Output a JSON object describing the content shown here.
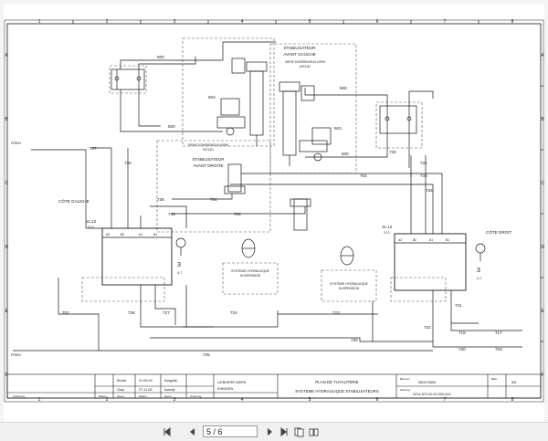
{
  "colors": {
    "line": "#1a1a1a",
    "dash": "#555555",
    "paper": "#ffffff"
  },
  "grid": {
    "cols": [
      "1",
      "2",
      "3",
      "4",
      "5",
      "6",
      "7",
      "8"
    ],
    "rows": [
      "A",
      "B",
      "C",
      "D",
      "E",
      "F"
    ]
  },
  "blocks": {
    "stab_left_title": [
      "STABILISATEUR",
      "AVANT DROITE"
    ],
    "stab_left_note": [
      "SIEHE SCHIEBEHOLM VORN",
      "5374-81"
    ],
    "stab_right_title": [
      "STABILISATEUR",
      "AVANT GAUCHE"
    ],
    "stab_right_note": [
      "SIEHE SCHIEBEHOLM VORN",
      "5374-82"
    ],
    "cote_gauche": "CÔTE GAUCHE",
    "cote_droit": "CÔTE DROIT",
    "susp_left": [
      "SYSTEME HYDRAULIQUE",
      "SUSPENSION"
    ],
    "susp_right": [
      "SYSTEME HYDRAULIQUE",
      "SUSPENSION"
    ],
    "valve_left_id": "11.12",
    "valve_left_sub": "Y2.0",
    "valve_right_id": "11.12",
    "valve_right_sub": "Y2.0",
    "sensor_left_num": "3",
    "sensor_left_sub": "4-7",
    "sensor_right_num": "3",
    "sensor_right_sub": "4-7",
    "ports_left": [
      "A2",
      "B2",
      "A1",
      "B1"
    ],
    "ports_right": [
      "A2",
      "B2",
      "A1",
      "B1"
    ],
    "side_left_top": "FREIN",
    "side_left_bottom": "FREIN"
  },
  "lines": [
    "500",
    "503",
    "500",
    "500",
    "503",
    "500",
    "737",
    "738",
    "732",
    "731",
    "736",
    "736",
    "704",
    "704",
    "704",
    "734",
    "730",
    "702",
    "728",
    "727",
    "724",
    "723",
    "726",
    "725",
    "721",
    "722",
    "719",
    "717",
    "720",
    "718"
  ],
  "titleblock": {
    "rows": [
      {
        "mark": "",
        "date": "21.06.04",
        "name": "lhwgzkfj"
      },
      {
        "mark": "",
        "date": "27.11.06",
        "name": "lhwzzfj"
      }
    ],
    "left_labels": [
      "Bearb.",
      "Gepr."
    ],
    "company": [
      "LIEBHERR WERK",
      "EHINGEN"
    ],
    "title": [
      "PLAN DE TUYAUTERIE",
      "SYSTEME HYDRAULIQUE STABILISATEURS"
    ],
    "doc_no_label": "Benenn.",
    "doc_no": "960473806",
    "zeich_label": "Zeichng.",
    "zeich_no": "3374-873.00.00.000-004",
    "sheet_label": "Blatt",
    "sheet": "5/6",
    "bottom_labels": [
      "Änderung",
      "Datum",
      "Name",
      "Datum",
      "Name",
      "Ursprung"
    ]
  },
  "toolbar": {
    "page_value": "5 / 6"
  }
}
